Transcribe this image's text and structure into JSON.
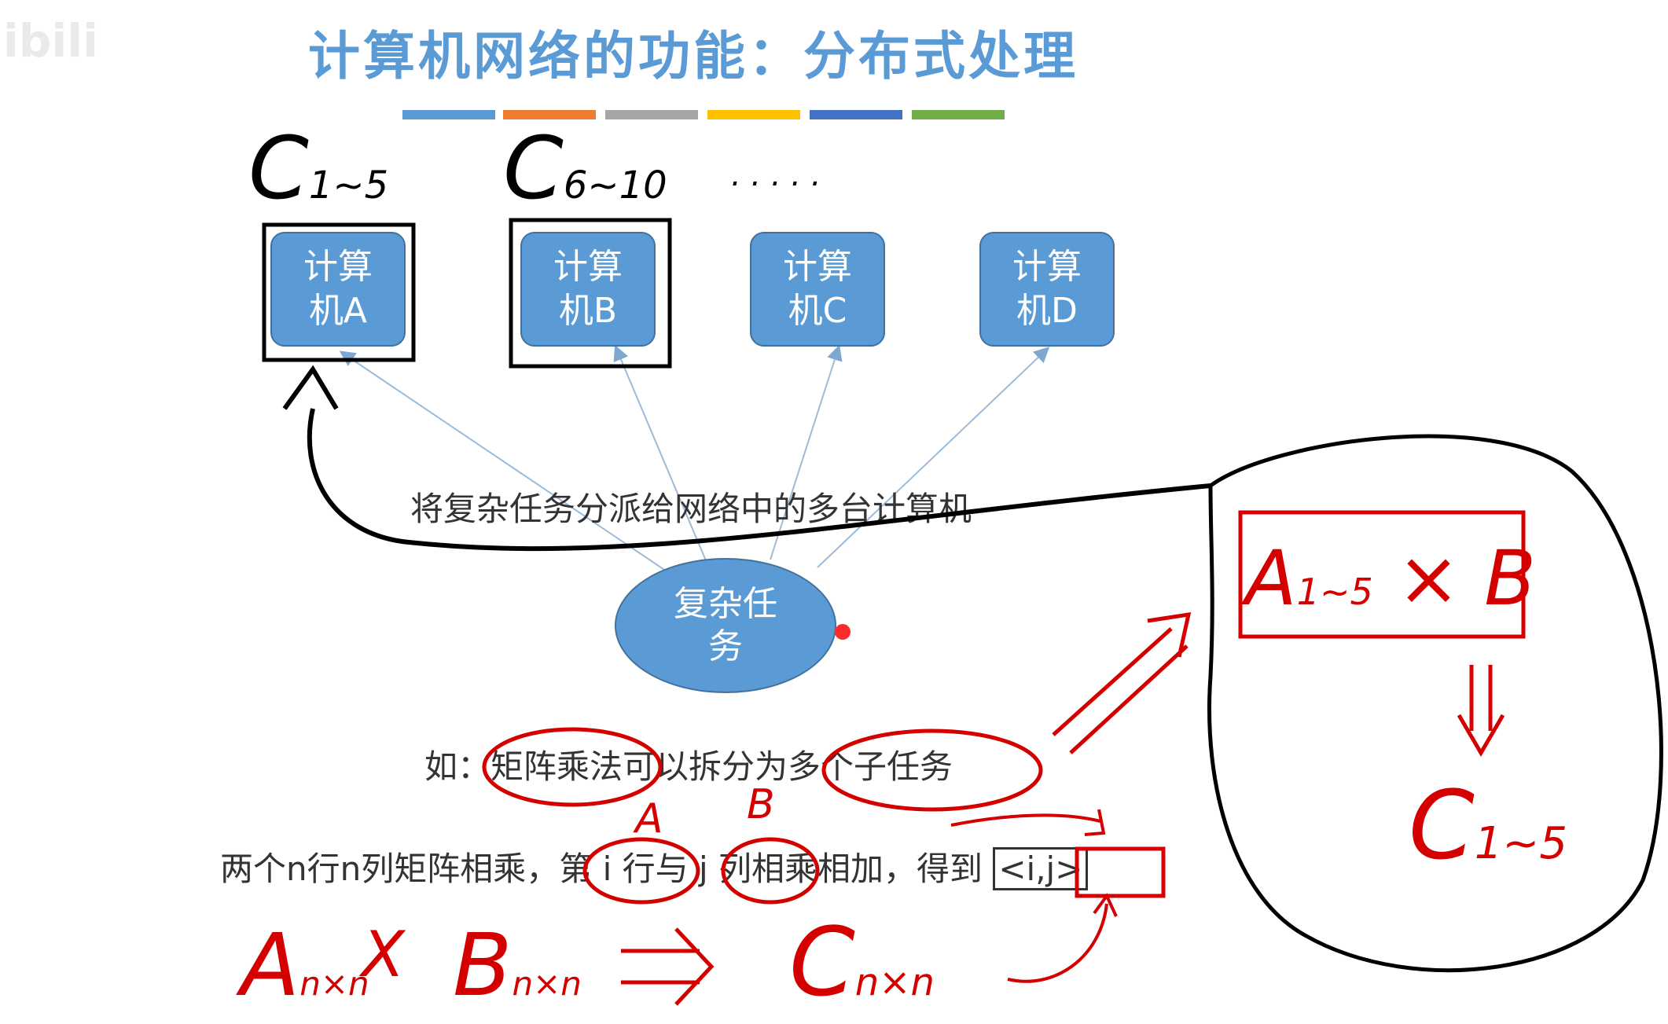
{
  "watermark": "ibili",
  "title": "计算机网络的功能：分布式处理",
  "divider_colors": [
    "#5b9bd5",
    "#ed7d31",
    "#a5a5a5",
    "#ffc000",
    "#4472c4",
    "#70ad47"
  ],
  "computers": [
    {
      "line1": "计算",
      "line2": "机A"
    },
    {
      "line1": "计算",
      "line2": "机B"
    },
    {
      "line1": "计算",
      "line2": "机C"
    },
    {
      "line1": "计算",
      "line2": "机D"
    }
  ],
  "dispatch_text": "将复杂任务分派给网络中的多台计算机",
  "task": {
    "line1": "复杂任",
    "line2": "务"
  },
  "example_text": "如：矩阵乘法可以拆分为多个子任务",
  "matrix_text": "两个n行n列矩阵相乘，第 i 行与 j 列相乘相加，得到",
  "matrix_result": "<i,j>",
  "annotations": {
    "c_top_a": {
      "main": "C",
      "sub": "1~5"
    },
    "c_top_b": {
      "main": "C",
      "sub": "6~10"
    },
    "dots": ". . . . .",
    "bubble_expr": {
      "main": "A",
      "sub": "1~5",
      "tail": "× B"
    },
    "bubble_result": {
      "main": "C",
      "sub": "1~5"
    },
    "label_a": "A",
    "label_b": "B",
    "eq_a": {
      "main": "A",
      "sub": "n×n"
    },
    "times": "X",
    "eq_b": {
      "main": "B",
      "sub": "n×n"
    },
    "arrow": "⇒",
    "eq_c": {
      "main": "C",
      "sub": "n×n"
    }
  },
  "colors": {
    "accent": "#5b9bd5",
    "ink": "#000000",
    "pen": "#d40000"
  }
}
